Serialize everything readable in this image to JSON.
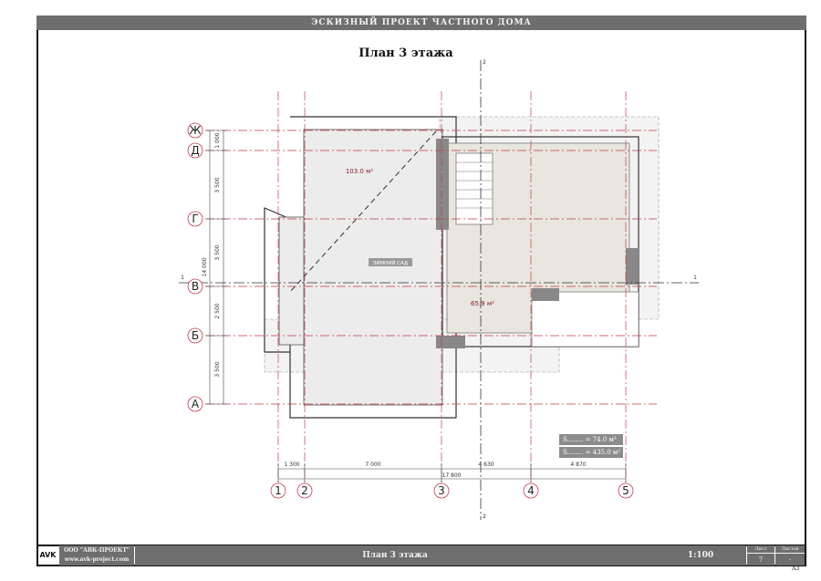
{
  "project_title": "ЭСКИЗНЫЙ ПРОЕКТ ЧАСТНОГО ДОМА",
  "sheet_title": "План 3 этажа",
  "rooms": {
    "roof_area": "103.0 м²",
    "garden_label": "ЗИМНИЙ САД",
    "room_area": "65.9 м²"
  },
  "row_axes": [
    "Ж",
    "Д",
    "Г",
    "В",
    "Б",
    "А"
  ],
  "col_axes": [
    "1",
    "2",
    "3",
    "4",
    "5"
  ],
  "section_marks": {
    "horizontal": "1",
    "vertical": "2"
  },
  "dims_vertical": [
    "1 000",
    "3 500",
    "3 500",
    "2 500",
    "3 500"
  ],
  "dims_vertical_total": "14 000",
  "dims_horizontal": [
    "1 300",
    "7 000",
    "4 630",
    "4 870"
  ],
  "dims_horizontal_total": "17 800",
  "area_summary": [
    "S........ = 74.0 м²",
    "S........ = 435.0 м²"
  ],
  "footer": {
    "logo": "AVK",
    "company": "ООО \"АВК-ПРОЕКТ\"",
    "website": "www.avk-project.com",
    "sheet_name": "План 3 этажа",
    "scale": "1:100",
    "sheet_head": "Лист",
    "sheet_number": "7",
    "sheets_head": "Листов",
    "sheets_total": "-",
    "format": "А3"
  },
  "colors": {
    "axis": "#c23a4a",
    "bar": "#6e6e6e",
    "room_fill": "#e8e6de"
  }
}
